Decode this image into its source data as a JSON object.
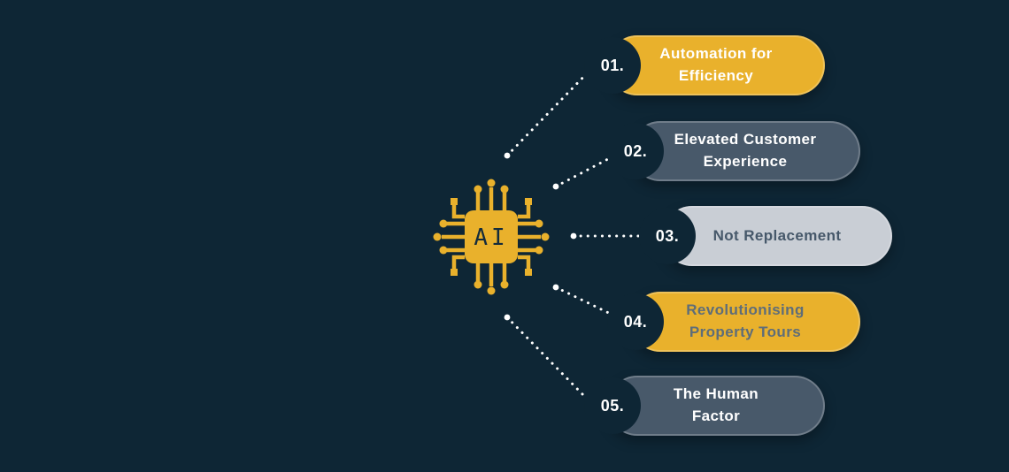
{
  "palette": {
    "background": "#0e2635",
    "gold": "#e9b12c",
    "slate": "#48596a",
    "silver": "#c9ced5",
    "connector": "#ffffff",
    "number_text": "#ffffff"
  },
  "chip": {
    "label": "AI",
    "body_color": "#e9b12c",
    "label_color": "#142c3c"
  },
  "steps": [
    {
      "number": "01.",
      "label": "Automation for\nEfficiency",
      "bg": "#e9b12c",
      "text_color": "#ffffff"
    },
    {
      "number": "02.",
      "label": "Elevated Customer\nExperience",
      "bg": "#48596a",
      "text_color": "#ffffff"
    },
    {
      "number": "03.",
      "label": "Not Replacement",
      "bg": "#c9ced5",
      "text_color": "#46586a"
    },
    {
      "number": "04.",
      "label": "Revolutionising\nProperty Tours",
      "bg": "#e9b12c",
      "text_color": "#5e6d79"
    },
    {
      "number": "05.",
      "label": "The Human\nFactor",
      "bg": "#48596a",
      "text_color": "#ffffff"
    }
  ]
}
